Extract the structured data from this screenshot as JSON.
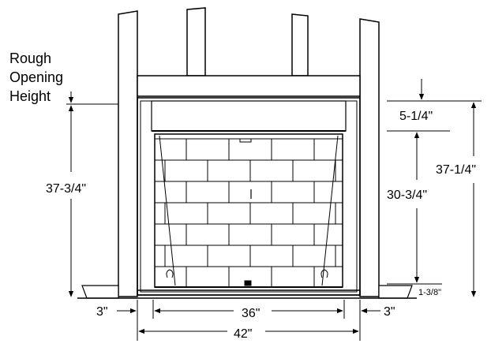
{
  "labels": {
    "rough_line1": "Rough",
    "rough_line2": "Opening",
    "rough_line3": "Height"
  },
  "dimensions": {
    "left_height": "37-3/4\"",
    "top_gap": "5-1/4\"",
    "opening_height": "30-3/4\"",
    "overall_height": "37-1/4\"",
    "base_height": "1-3/8\"",
    "left_side": "3\"",
    "opening_width": "36\"",
    "right_side": "3\"",
    "overall_width": "42\""
  }
}
